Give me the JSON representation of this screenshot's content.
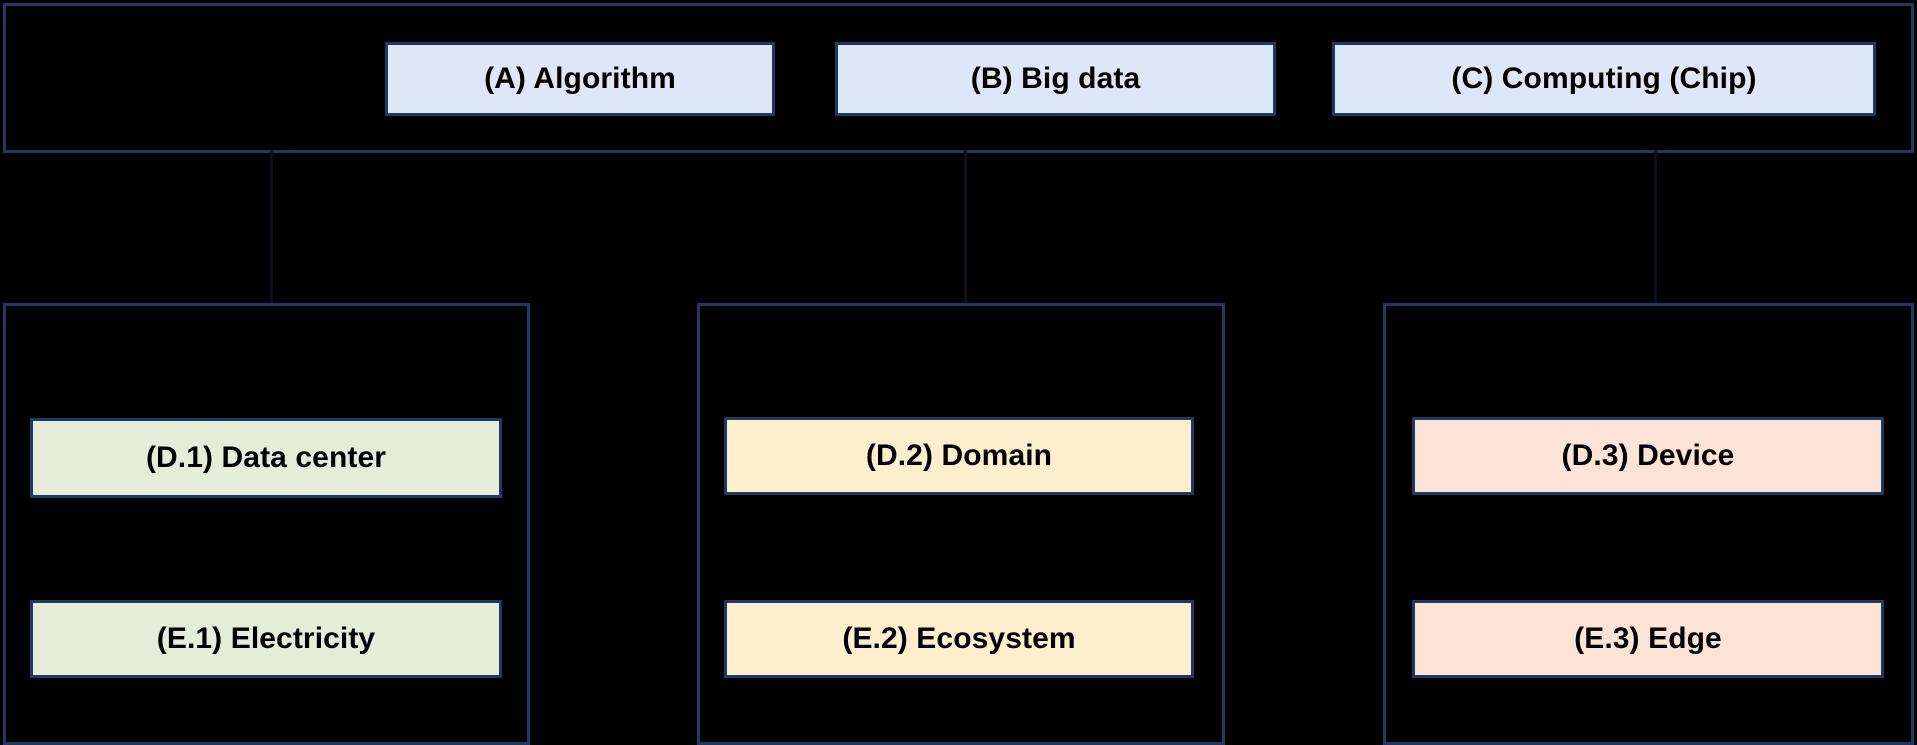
{
  "diagram": {
    "title": "AI infrastructure layer diagram",
    "background_color": "#000000",
    "border_color": "#1f3864",
    "text_color": "#000000",
    "top_layer": {
      "name": "top-layer-group",
      "nodes": [
        {
          "id": "A",
          "label": "(A) Algorithm",
          "fill": "#dde7f5"
        },
        {
          "id": "B",
          "label": "(B) Big data",
          "fill": "#dde7f5"
        },
        {
          "id": "C",
          "label": "(C) Computing (Chip)",
          "fill": "#dde7f5"
        }
      ]
    },
    "bottom_layer": {
      "groups": [
        {
          "name": "group-data-center",
          "nodes": [
            {
              "id": "D.1",
              "label": "(D.1) Data center",
              "fill": "#e3edda"
            },
            {
              "id": "E.1",
              "label": "(E.1) Electricity",
              "fill": "#e3edda"
            }
          ]
        },
        {
          "name": "group-domain",
          "nodes": [
            {
              "id": "D.2",
              "label": "(D.2) Domain",
              "fill": "#fdeecd"
            },
            {
              "id": "E.2",
              "label": "(E.2) Ecosystem",
              "fill": "#fdeecd"
            }
          ]
        },
        {
          "name": "group-device",
          "nodes": [
            {
              "id": "D.3",
              "label": "(D.3) Device",
              "fill": "#fbe3d8"
            },
            {
              "id": "E.3",
              "label": "(E.3) Edge",
              "fill": "#fbe3d8"
            }
          ]
        }
      ]
    },
    "connectors": [
      {
        "name": "connector-top-to-group-1",
        "from": "top-layer-group",
        "to": "group-data-center"
      },
      {
        "name": "connector-top-to-group-2",
        "from": "top-layer-group",
        "to": "group-domain"
      },
      {
        "name": "connector-top-to-group-3",
        "from": "top-layer-group",
        "to": "group-device"
      }
    ]
  }
}
